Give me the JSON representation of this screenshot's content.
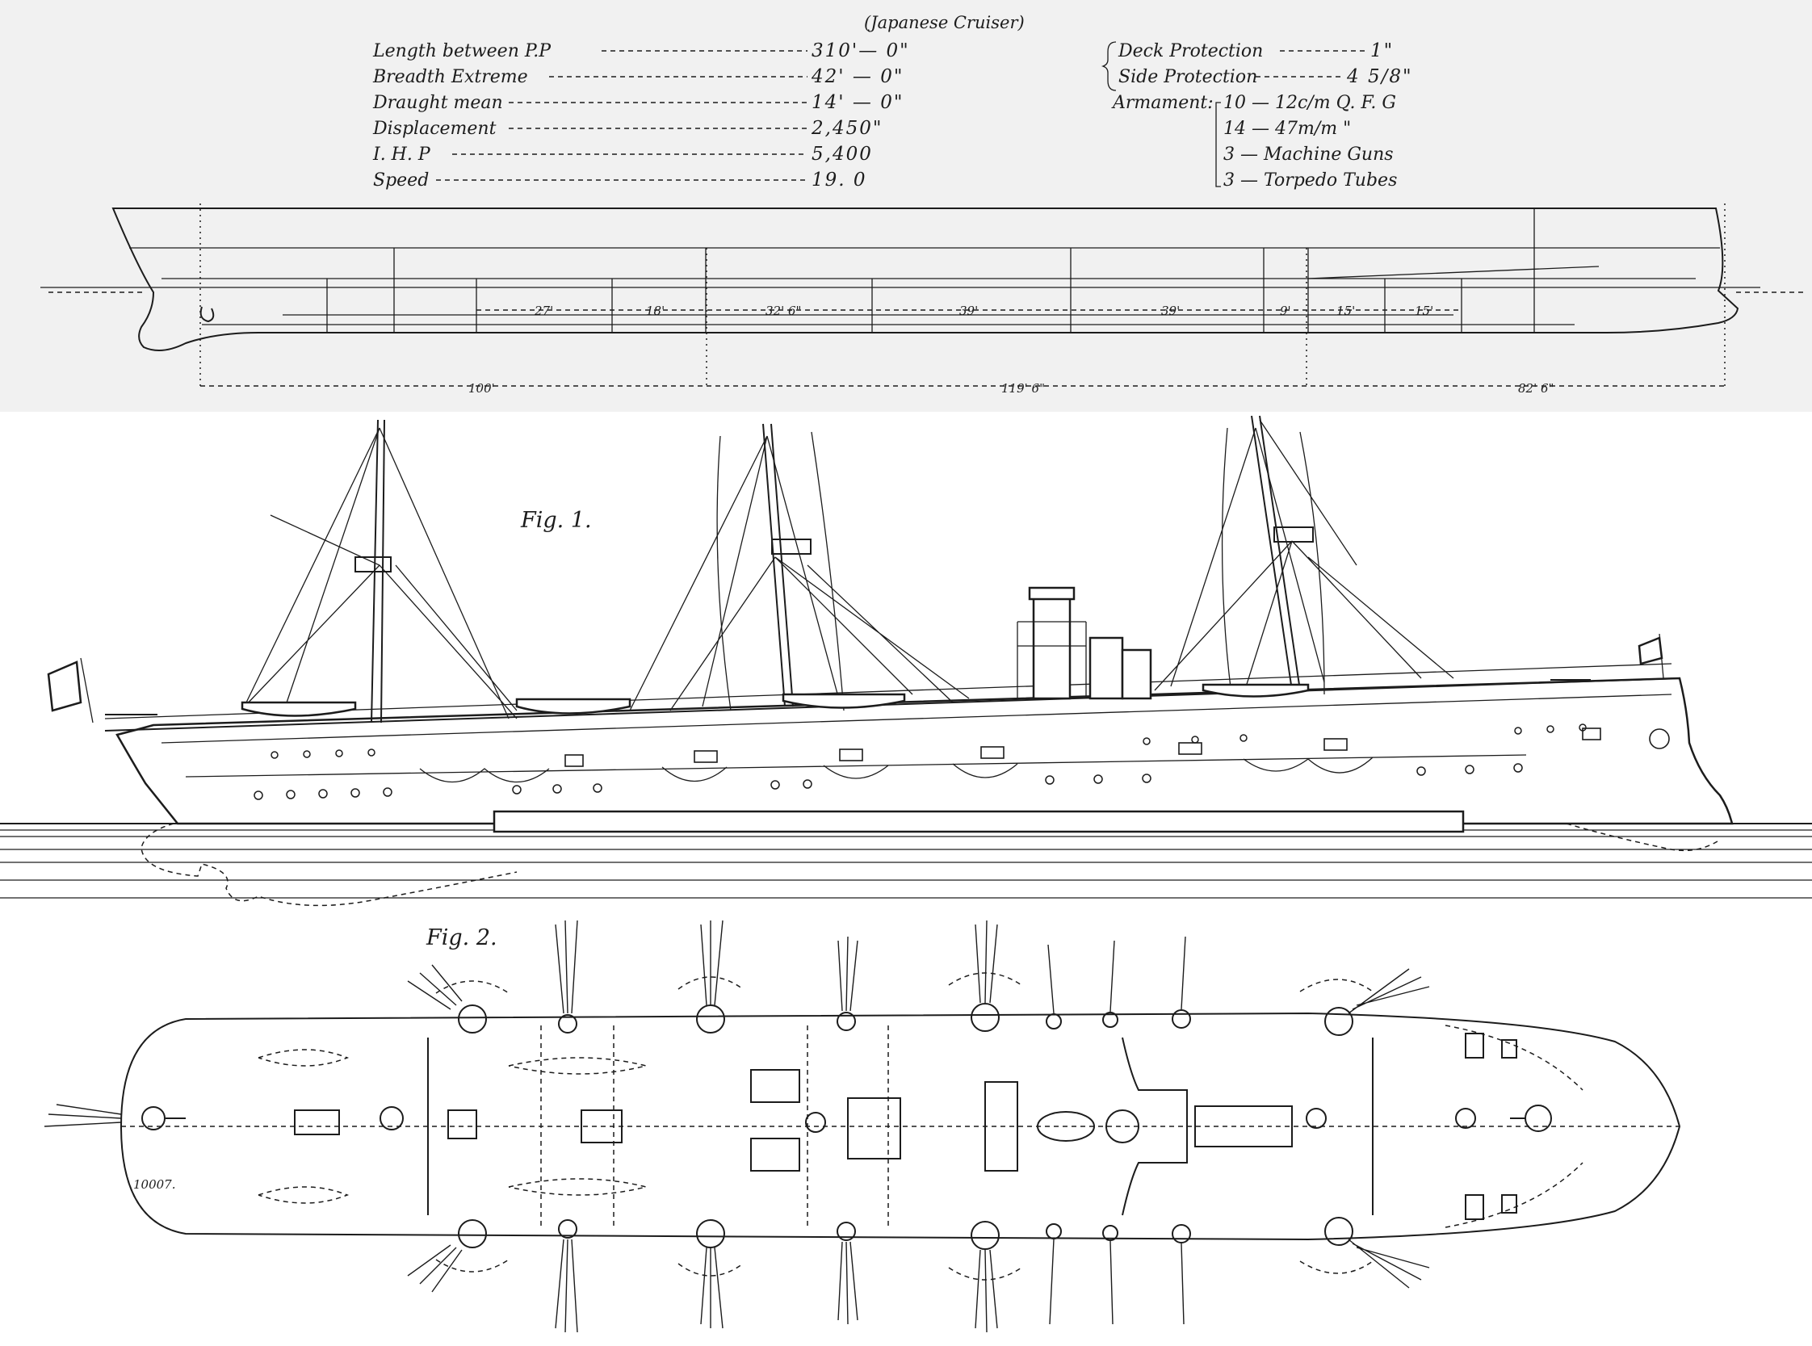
{
  "header": {
    "title": "(Japanese Cruiser)"
  },
  "specs_left": [
    {
      "label": "Length between P.P",
      "value": "310'— 0\""
    },
    {
      "label": "Breadth Extreme",
      "value": "42' — 0\""
    },
    {
      "label": "Draught mean",
      "value": "14' — 0\""
    },
    {
      "label": "Displacement",
      "value": "2,450\""
    },
    {
      "label": "I. H. P",
      "value": "5,400"
    },
    {
      "label": "Speed",
      "value": "19. 0"
    }
  ],
  "protection": [
    {
      "label": "Deck Protection",
      "value": "1\""
    },
    {
      "label": "Side Protection",
      "value": "4 5/8\""
    }
  ],
  "armament": {
    "label": "Armament:",
    "items": [
      "10 — 12c/m  Q. F. G",
      "14 — 47m/m   \"",
      "3 — Machine Guns",
      "3 — Torpedo Tubes"
    ]
  },
  "profile_dimensions": {
    "compartments": [
      "27'",
      "18'",
      "32' 6\"",
      "39'",
      "39'",
      "9'",
      "15'",
      "15'"
    ],
    "overall": [
      "100'",
      "119' 6\"",
      "82' 6\""
    ]
  },
  "figures": {
    "fig1_label": "Fig. 1.",
    "fig2_label": "Fig. 2.",
    "plate_number": "10007."
  },
  "colors": {
    "ink": "#1c1c1c",
    "top_background": "#f1f1f1",
    "paper": "#ffffff"
  }
}
